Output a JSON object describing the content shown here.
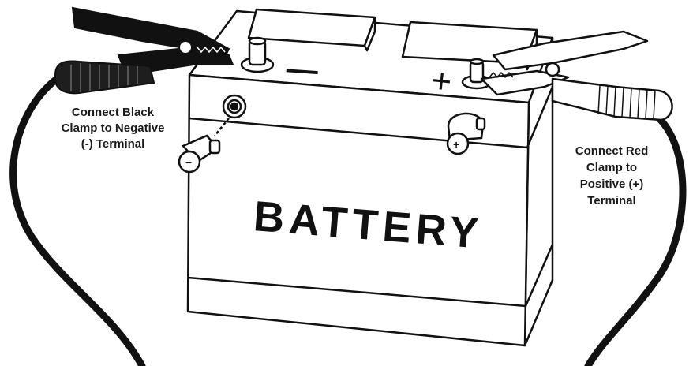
{
  "battery": {
    "label": "BATTERY",
    "top_negative_mark": "—",
    "top_positive_mark": "+",
    "side_negative_symbol": "−",
    "side_positive_symbol": "+"
  },
  "instructions": {
    "black_clamp": [
      "Connect Black",
      "Clamp to Negative",
      "(-) Terminal"
    ],
    "red_clamp": [
      "Connect Red",
      "Clamp to",
      "Positive (+)",
      "Terminal"
    ]
  },
  "colors": {
    "line": "#111111",
    "black_clamp_handle": "#1e1e1e",
    "red_clamp_handle": "#ffffff",
    "background": "#ffffff"
  }
}
